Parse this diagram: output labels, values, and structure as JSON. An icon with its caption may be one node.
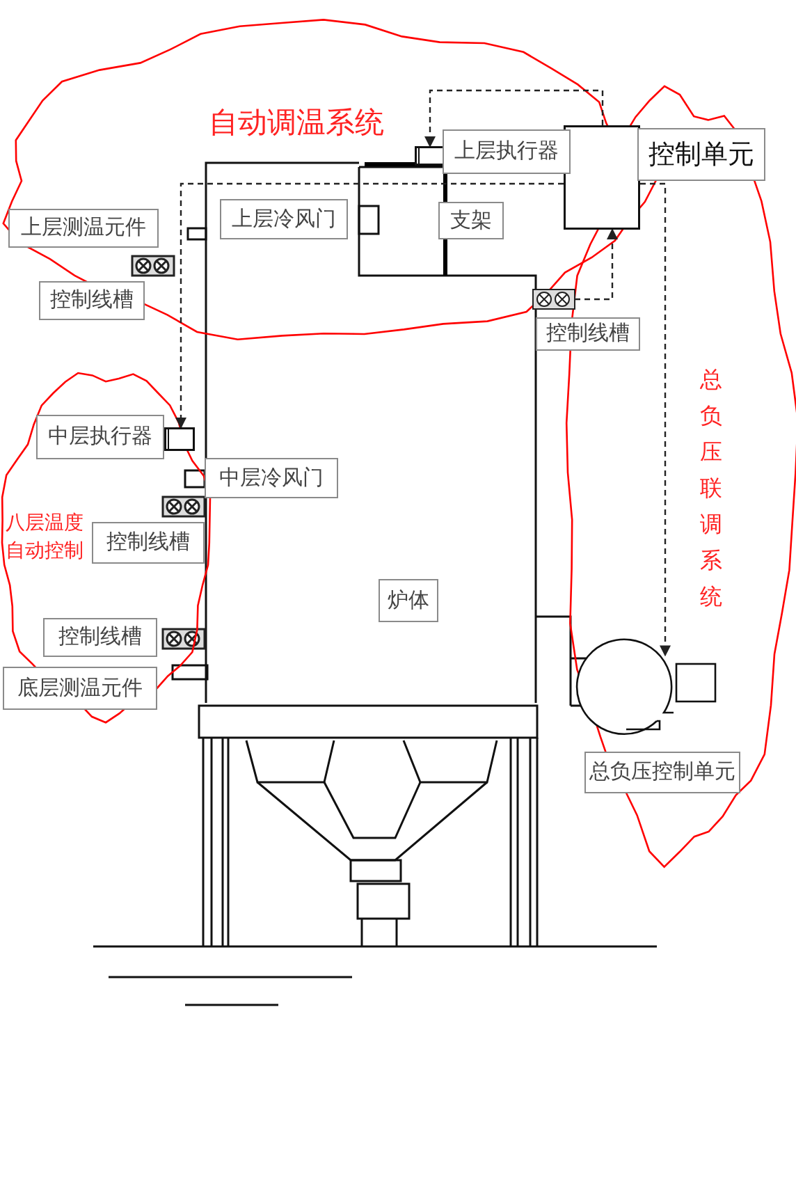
{
  "diagram": {
    "nodes": [
      {
        "text": [
          "上层执行器"
        ]
      },
      {
        "text": [
          "控制单元"
        ]
      },
      {
        "text": [],
        "shape": "box"
      },
      {
        "text": [],
        "shape": "box"
      },
      {
        "text": [
          "上层测温元件"
        ]
      },
      {
        "text": [
          "上层冷风门"
        ]
      },
      {
        "text": [
          "支架"
        ]
      },
      {
        "text": [
          "控制线槽"
        ]
      },
      {
        "text": [],
        "shape": "box"
      },
      {
        "text": [
          "控制线槽"
        ]
      },
      {
        "text": [
          "中层执行器"
        ]
      },
      {
        "text": [],
        "shape": "box"
      },
      {
        "text": [
          "中层冷风门"
        ]
      },
      {
        "text": [
          "控制线槽"
        ]
      },
      {
        "text": [
          "炉体"
        ]
      },
      {
        "text": [
          "控制线槽"
        ]
      },
      {
        "text": [
          "底层测温元件"
        ]
      },
      {
        "text": [],
        "shape": "circle"
      },
      {
        "text": [
          "总负压控制单元"
        ]
      }
    ],
    "edges": [
      {
        "from": 2,
        "to": 3,
        "arrow": "to",
        "style": "dashed"
      },
      {
        "from": 2,
        "to": 11,
        "arrow": "to",
        "style": "dashed"
      },
      {
        "from": 2,
        "to": 17,
        "arrow": "to",
        "style": "dashed"
      },
      {
        "from": 8,
        "to": 2,
        "arrow": "to",
        "style": "dashed"
      }
    ],
    "labels": [
      "自动调温系统",
      "八层温度自动控制",
      "总负压联调系统"
    ]
  }
}
